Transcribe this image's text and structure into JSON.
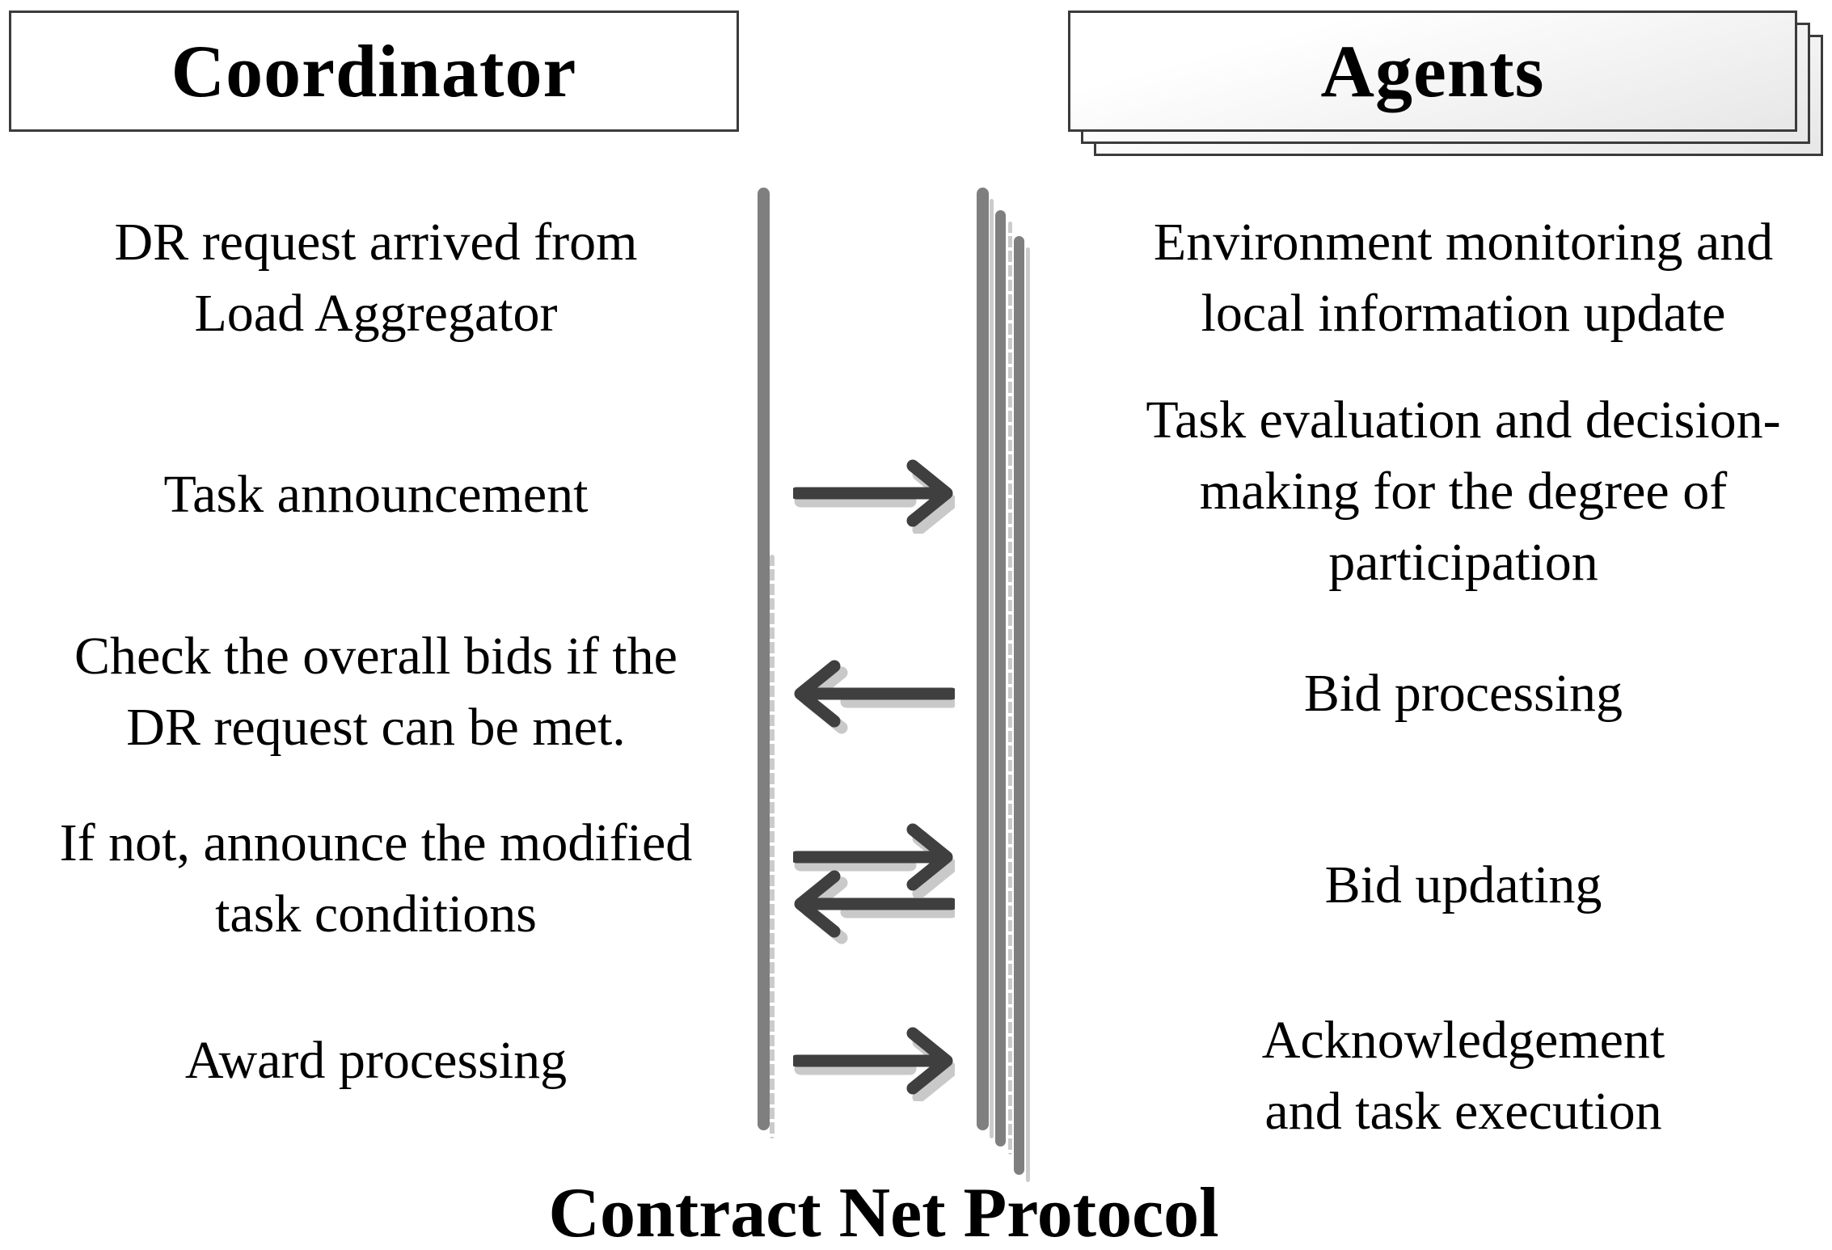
{
  "coordinator": {
    "label": "Coordinator"
  },
  "agents": {
    "label": "Agents"
  },
  "coordinator_steps": [
    {
      "lines": [
        "DR request arrived from",
        "Load Aggregator"
      ]
    },
    {
      "lines": [
        "Task announcement"
      ]
    },
    {
      "lines": [
        "Check the overall bids if the",
        "DR request can be met."
      ]
    },
    {
      "lines": [
        "If not, announce the modified",
        "task conditions"
      ]
    },
    {
      "lines": [
        "Award processing"
      ]
    }
  ],
  "agent_steps": [
    {
      "lines": [
        "Environment monitoring and",
        "local information update"
      ]
    },
    {
      "lines": [
        "Task evaluation and decision-",
        "making for the degree of",
        "participation"
      ]
    },
    {
      "lines": [
        "Bid processing"
      ]
    },
    {
      "lines": [
        "Bid updating"
      ]
    },
    {
      "lines": [
        "Acknowledgement",
        "and task execution"
      ]
    }
  ],
  "arrows": [
    {
      "direction": "right"
    },
    {
      "direction": "left"
    },
    {
      "direction": "right"
    },
    {
      "direction": "left"
    },
    {
      "direction": "right"
    }
  ],
  "footer": {
    "title": "Contract Net Protocol"
  },
  "colors": {
    "arrow": "#3f3f3f",
    "lifeline": "#7f7f7f",
    "shadow": "#c9c9c9",
    "box_border": "#3b3b3b",
    "box_gradient_end": "#e7e7e7"
  }
}
